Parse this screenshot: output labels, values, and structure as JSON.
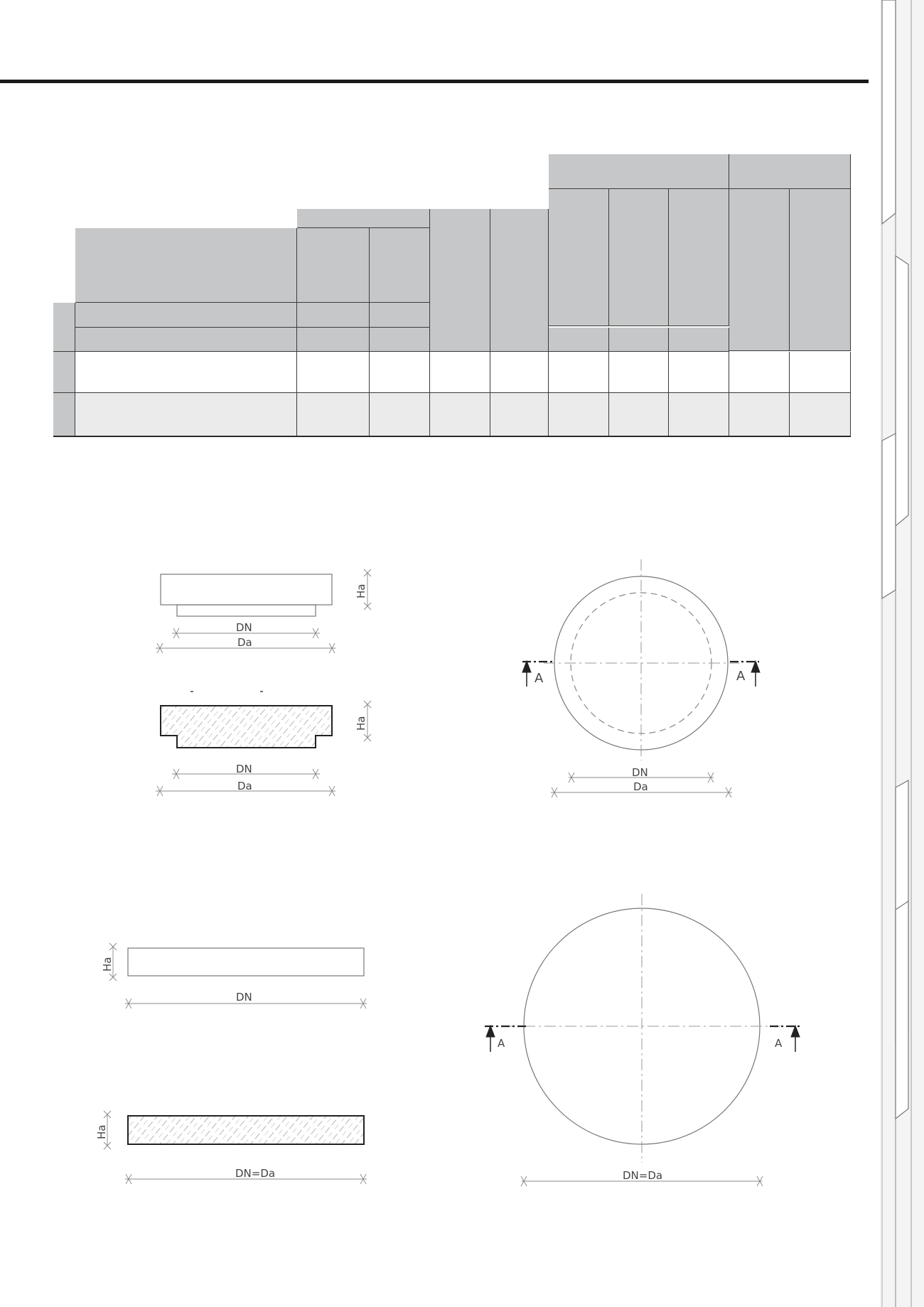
{
  "labels": {
    "dn": "DN",
    "da": "Da",
    "ha": "Ha",
    "dn_equals_da": "DN=Da",
    "section_mark": "A"
  },
  "colors": {
    "table_header": "#c6c7c9",
    "table_alt_row": "#ebebeb",
    "line": "#3a3a3a",
    "hatch": "#b5b5b5"
  }
}
